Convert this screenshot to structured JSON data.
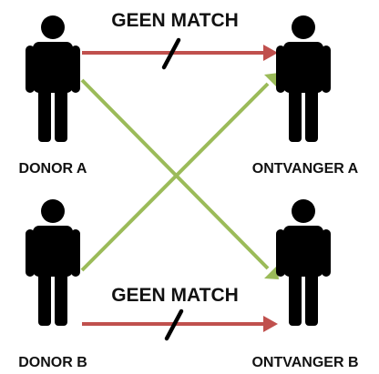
{
  "top_label": "GEEN MATCH",
  "bottom_label": "GEEN MATCH",
  "donor_a": "DONOR A",
  "donor_b": "DONOR B",
  "recipient_a": "ONTVANGER A",
  "recipient_b": "ONTVANGER B",
  "colors": {
    "no_match_arrow": "#c0504d",
    "match_arrow": "#9bbb59",
    "figure": "#000000",
    "slash": "#000000"
  },
  "icons": {
    "person": "person-silhouette-icon"
  }
}
